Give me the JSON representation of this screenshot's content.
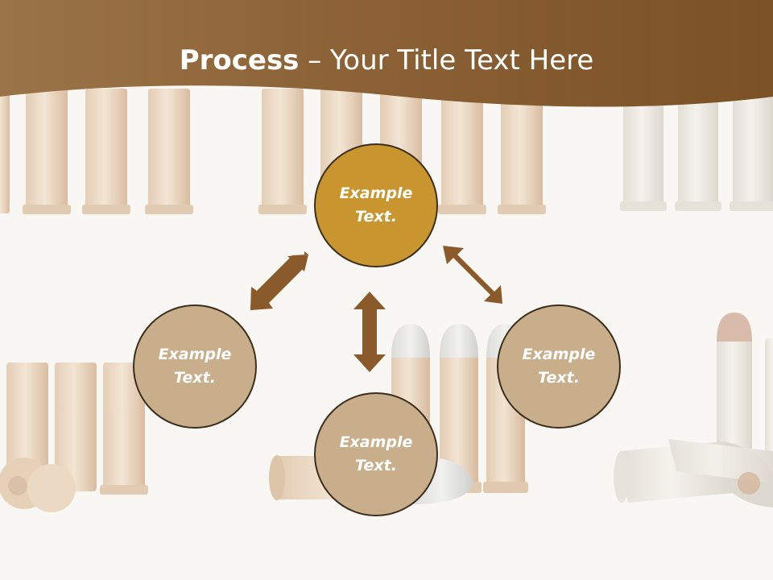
{
  "slide": {
    "title_bold": "Process",
    "title_rest": " – Your Title Text Here"
  },
  "diagram": {
    "nodes": [
      {
        "id": "top",
        "line1": "Example",
        "line2": "Text."
      },
      {
        "id": "left",
        "line1": "Example",
        "line2": "Text."
      },
      {
        "id": "right",
        "line1": "Example",
        "line2": "Text."
      },
      {
        "id": "bottom",
        "line1": "Example",
        "line2": "Text."
      }
    ]
  },
  "colors": {
    "header": "#8b6436",
    "top_circle": "#c9952f",
    "side_circle": "#c8ae8a",
    "arrow": "#8b5a2b",
    "circle_border": "#3d2f1e"
  },
  "icons": {
    "arrows": "double-headed-arrow",
    "background": "bullet-cartridges-photo"
  }
}
